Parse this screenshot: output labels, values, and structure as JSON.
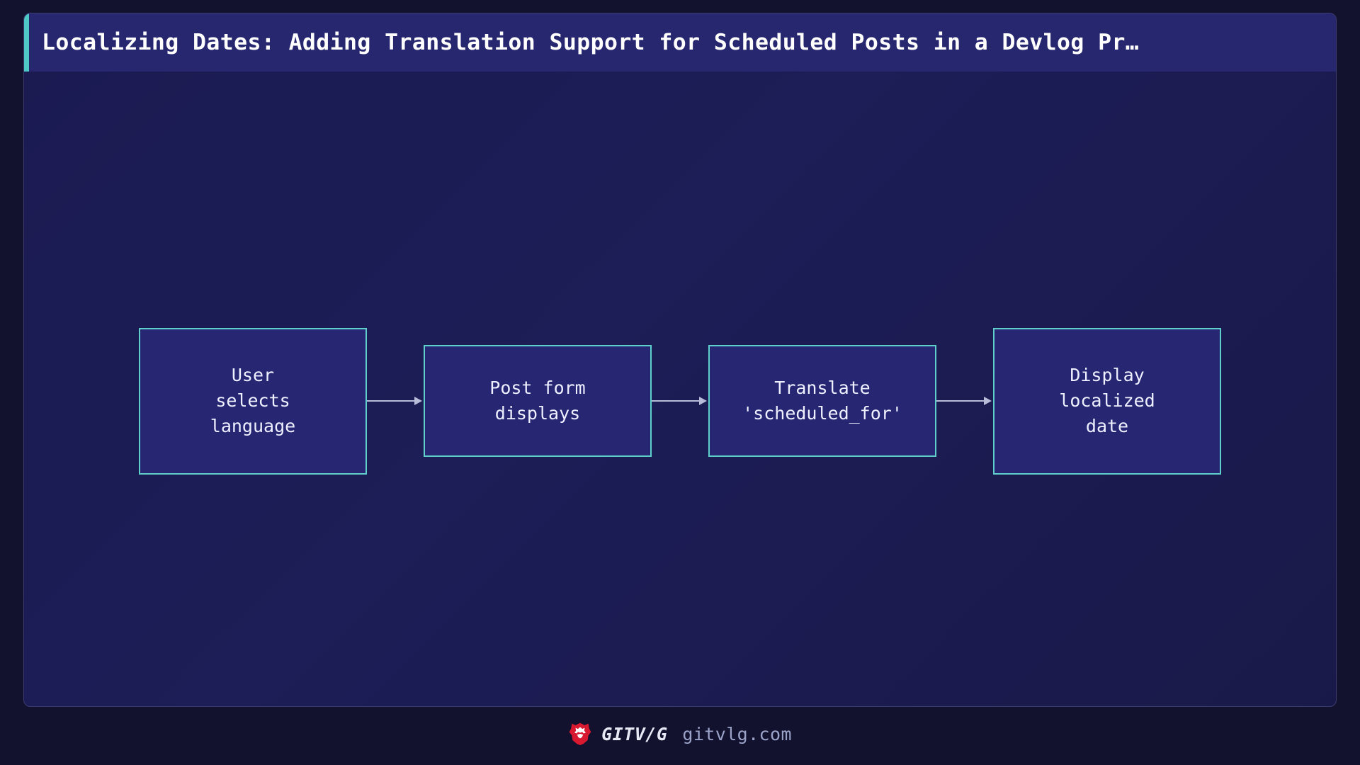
{
  "header": {
    "title": "Localizing Dates: Adding Translation Support for Scheduled Posts in a Devlog Pr…",
    "accent_color": "#4ec9c5",
    "background_color": "#272770"
  },
  "canvas": {
    "background_color": "#1b1b52",
    "border_color": "#3c3c70"
  },
  "chart_data": {
    "type": "diagram",
    "subtype": "flowchart",
    "orientation": "left-to-right",
    "title": "Localizing Dates: Adding Translation Support for Scheduled Posts in a Devlog Pr…",
    "node_border_color": "#5ecfcb",
    "node_fill_color": "#262673",
    "node_text_color": "#eef0ff",
    "connector_color": "#b9bcd8",
    "nodes": [
      {
        "id": "n1",
        "label": "User\nselects\nlanguage",
        "lines": [
          "User",
          "selects",
          "language"
        ],
        "shape": "rect",
        "size": "tall"
      },
      {
        "id": "n2",
        "label": "Post form\ndisplays",
        "lines": [
          "Post form",
          "displays"
        ],
        "shape": "rect",
        "size": "short"
      },
      {
        "id": "n3",
        "label": "Translate\n'scheduled_for'",
        "lines": [
          "Translate",
          "'scheduled_for'"
        ],
        "shape": "rect",
        "size": "short"
      },
      {
        "id": "n4",
        "label": "Display\nlocalized\ndate",
        "lines": [
          "Display",
          "localized",
          "date"
        ],
        "shape": "rect",
        "size": "tall"
      }
    ],
    "edges": [
      {
        "from": "n1",
        "to": "n2",
        "label": "",
        "arrow": "single"
      },
      {
        "from": "n2",
        "to": "n3",
        "label": "",
        "arrow": "single"
      },
      {
        "from": "n3",
        "to": "n4",
        "label": "",
        "arrow": "single"
      }
    ]
  },
  "footer": {
    "logo_icon": "lion-head-icon",
    "logo_color": "#d8192f",
    "brand": "GITV/G",
    "url": "gitvlg.com"
  }
}
